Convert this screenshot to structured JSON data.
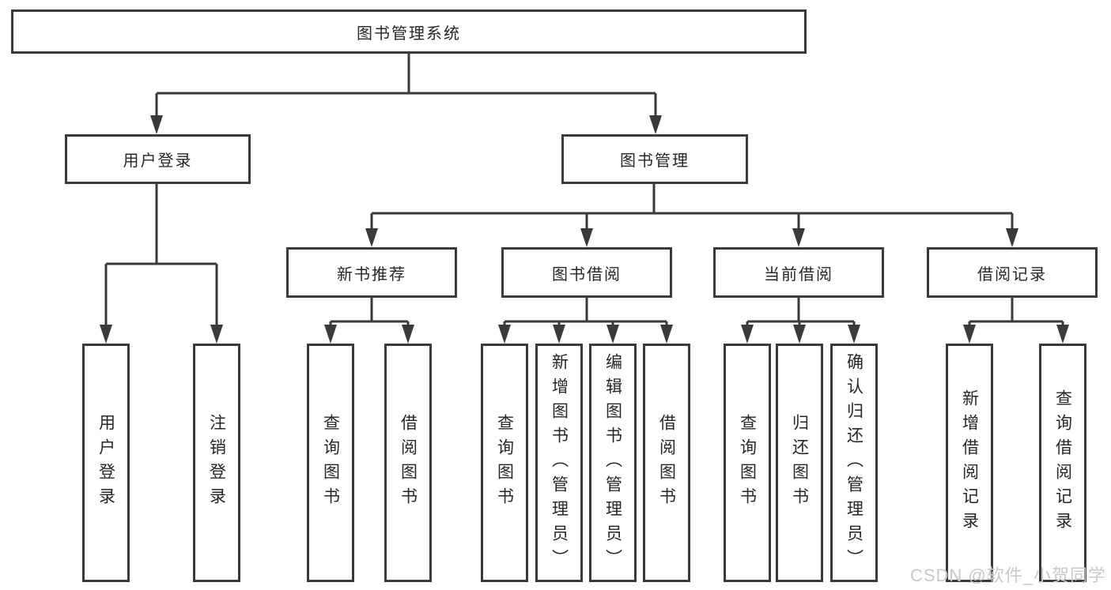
{
  "tree": {
    "root": "图书管理系统",
    "children": [
      {
        "label": "用户登录",
        "children": [
          "用户登录",
          "注销登录"
        ]
      },
      {
        "label": "图书管理",
        "children": [
          {
            "label": "新书推荐",
            "children": [
              "查询图书",
              "借阅图书"
            ]
          },
          {
            "label": "图书借阅",
            "children": [
              "查询图书",
              "新增图书（管理员）",
              "编辑图书（管理员）",
              "借阅图书"
            ]
          },
          {
            "label": "当前借阅",
            "children": [
              "查询图书",
              "归还图书",
              "确认归还（管理员）"
            ]
          },
          {
            "label": "借阅记录",
            "children": [
              "新增借阅记录",
              "查询借阅记录"
            ]
          }
        ]
      }
    ]
  },
  "watermark": "CSDN @软件_小贺同学",
  "colors": {
    "line": "#3a3a3a",
    "border": "#3a3a3a",
    "text": "#262626",
    "watermark": "#c8c8c8",
    "background": "#ffffff"
  }
}
